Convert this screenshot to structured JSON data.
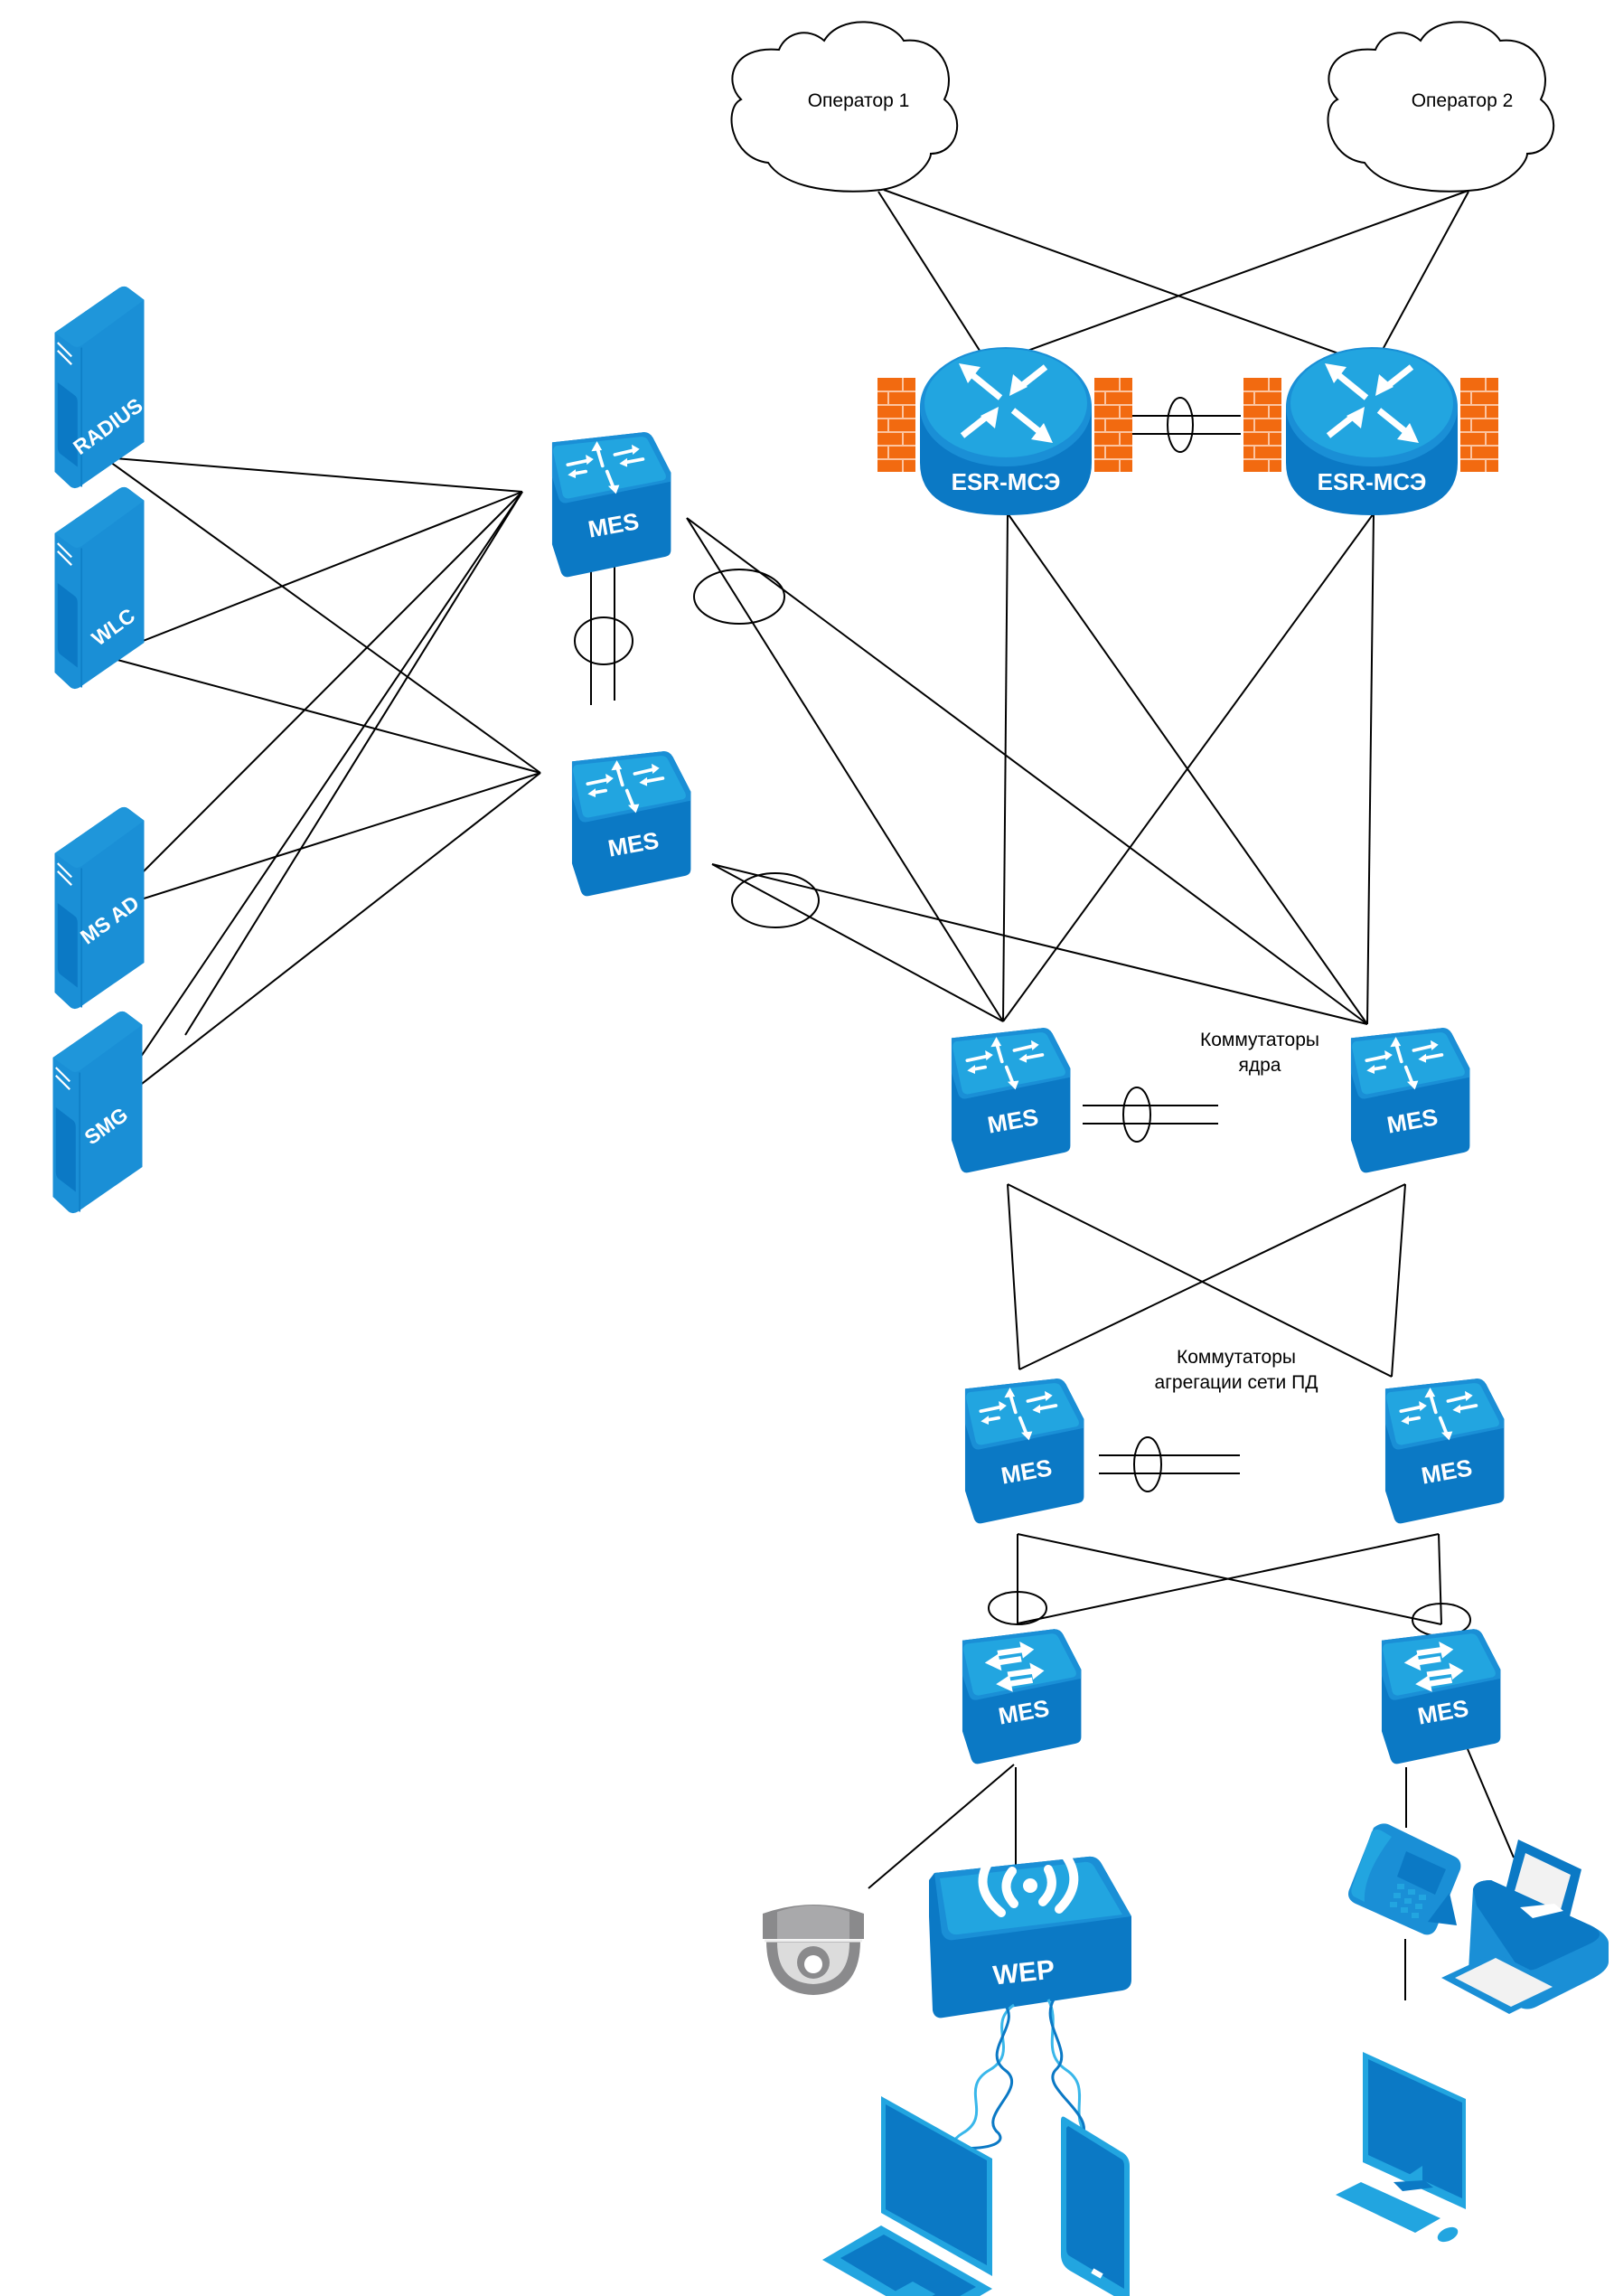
{
  "title": "Network topology diagram",
  "colors": {
    "device_dark": "#0b79c5",
    "device_mid": "#1a8fd6",
    "device_light": "#22a5e0",
    "firewall": "#f26a10",
    "line": "#000000",
    "camera_gray": "#8a8a8a"
  },
  "clouds": [
    {
      "id": "op1",
      "label": "Оператор 1"
    },
    {
      "id": "op2",
      "label": "Оператор 2"
    }
  ],
  "routers": [
    {
      "id": "esr1",
      "label": "ESR-МСЭ",
      "type": "router-firewall"
    },
    {
      "id": "esr2",
      "label": "ESR-МСЭ",
      "type": "router-firewall"
    }
  ],
  "servers": [
    {
      "id": "radius",
      "label": "RADIUS"
    },
    {
      "id": "wlc",
      "label": "WLC"
    },
    {
      "id": "msad",
      "label": "MS AD"
    },
    {
      "id": "smg",
      "label": "SMG"
    }
  ],
  "switches": [
    {
      "id": "srv1",
      "label": "MES",
      "kind": "l3"
    },
    {
      "id": "srv2",
      "label": "MES",
      "kind": "l3"
    },
    {
      "id": "core1",
      "label": "MES",
      "kind": "l3"
    },
    {
      "id": "core2",
      "label": "MES",
      "kind": "l3"
    },
    {
      "id": "agg1",
      "label": "MES",
      "kind": "l3"
    },
    {
      "id": "agg2",
      "label": "MES",
      "kind": "l3"
    },
    {
      "id": "acc1",
      "label": "MES",
      "kind": "l2"
    },
    {
      "id": "acc2",
      "label": "MES",
      "kind": "l2"
    }
  ],
  "access_point": {
    "id": "wep",
    "label": "WEP"
  },
  "group_labels": {
    "core": [
      "Коммутаторы",
      "ядра"
    ],
    "aggregation": [
      "Коммутаторы",
      "агрегации сети ПД"
    ]
  },
  "endpoints": [
    {
      "id": "camera",
      "type": "ip-camera"
    },
    {
      "id": "laptop",
      "type": "laptop"
    },
    {
      "id": "tablet",
      "type": "tablet"
    },
    {
      "id": "phone",
      "type": "ip-phone"
    },
    {
      "id": "printer",
      "type": "printer"
    },
    {
      "id": "pc",
      "type": "desktop-pc"
    }
  ],
  "links": [
    [
      "op1",
      "esr1"
    ],
    [
      "op1",
      "esr2"
    ],
    [
      "op2",
      "esr1"
    ],
    [
      "op2",
      "esr2"
    ],
    [
      "esr1",
      "esr2",
      "lag"
    ],
    [
      "esr1",
      "core1"
    ],
    [
      "esr1",
      "core2"
    ],
    [
      "esr2",
      "core1"
    ],
    [
      "esr2",
      "core2"
    ],
    [
      "radius",
      "srv1"
    ],
    [
      "radius",
      "srv2"
    ],
    [
      "wlc",
      "srv1"
    ],
    [
      "wlc",
      "srv2"
    ],
    [
      "msad",
      "srv1"
    ],
    [
      "msad",
      "srv2"
    ],
    [
      "smg",
      "srv1"
    ],
    [
      "smg",
      "srv2"
    ],
    [
      "srv1",
      "srv2",
      "lag"
    ],
    [
      "srv1",
      "core1"
    ],
    [
      "srv1",
      "core2"
    ],
    [
      "srv2",
      "core1"
    ],
    [
      "srv2",
      "core2"
    ],
    [
      "core1",
      "core2",
      "lag"
    ],
    [
      "core1",
      "agg1"
    ],
    [
      "core1",
      "agg2"
    ],
    [
      "core2",
      "agg1"
    ],
    [
      "core2",
      "agg2"
    ],
    [
      "agg1",
      "agg2",
      "lag"
    ],
    [
      "agg1",
      "acc1"
    ],
    [
      "agg1",
      "acc2"
    ],
    [
      "agg2",
      "acc1"
    ],
    [
      "agg2",
      "acc2"
    ],
    [
      "acc1",
      "camera"
    ],
    [
      "acc1",
      "wep"
    ],
    [
      "wep",
      "laptop",
      "wireless"
    ],
    [
      "wep",
      "tablet",
      "wireless"
    ],
    [
      "acc2",
      "phone"
    ],
    [
      "acc2",
      "printer"
    ],
    [
      "phone",
      "pc"
    ]
  ]
}
